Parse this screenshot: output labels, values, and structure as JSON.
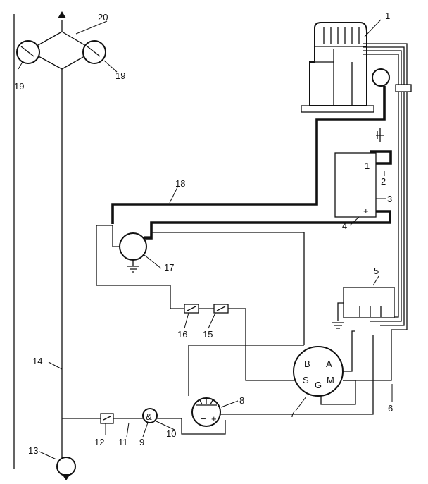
{
  "callouts": {
    "c1": "1",
    "c2": "2",
    "c3": "3",
    "c4": "4",
    "c5": "5",
    "c6": "6",
    "c7": "7",
    "c8": "8",
    "c9": "9",
    "c10": "10",
    "c11": "11",
    "c12": "12",
    "c13": "13",
    "c14": "14",
    "c15": "15",
    "c16": "16",
    "c17": "17",
    "c18": "18",
    "c19a": "19",
    "c19b": "19",
    "c20": "20"
  },
  "terminals": {
    "coil_one": "1",
    "coil_plus": "+",
    "reg_b": "B",
    "reg_a": "A",
    "reg_s": "S",
    "reg_g": "G",
    "reg_m": "M",
    "gauge_minus": "−",
    "gauge_plus": "+",
    "switch_symbol": "&"
  }
}
